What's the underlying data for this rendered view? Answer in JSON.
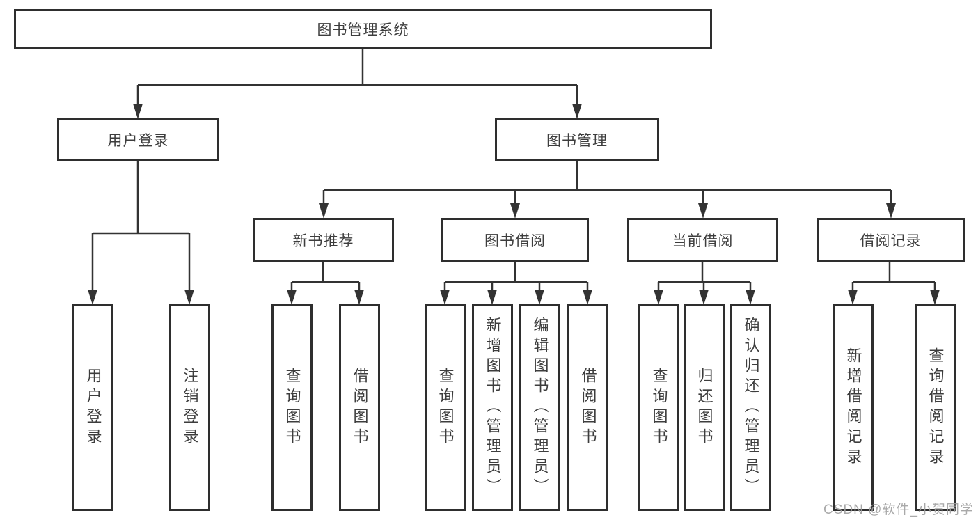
{
  "title": "图书管理系统",
  "level2": {
    "user_login": "用户登录",
    "book_management": "图书管理"
  },
  "level3": {
    "new_book_recommend": "新书推荐",
    "book_borrowing": "图书借阅",
    "current_borrowing": "当前借阅",
    "borrowing_records": "借阅记录"
  },
  "leaves": {
    "user_login": [
      "用户登录",
      "注销登录"
    ],
    "new_book_recommend": [
      "查询图书",
      "借阅图书"
    ],
    "book_borrowing": [
      "查询图书",
      "新增图书（管理员）",
      "编辑图书（管理员）",
      "借阅图书"
    ],
    "current_borrowing": [
      "查询图书",
      "归还图书",
      "确认归还（管理员）"
    ],
    "borrowing_records": [
      "新增借阅记录",
      "查询借阅记录"
    ]
  },
  "watermark": "CSDN @软件_小贺同学",
  "colors": {
    "line": "#333333",
    "box_border": "#2e2e2e",
    "text": "#3d3d3d",
    "watermark": "#a0a0a0",
    "background": "#ffffff"
  }
}
